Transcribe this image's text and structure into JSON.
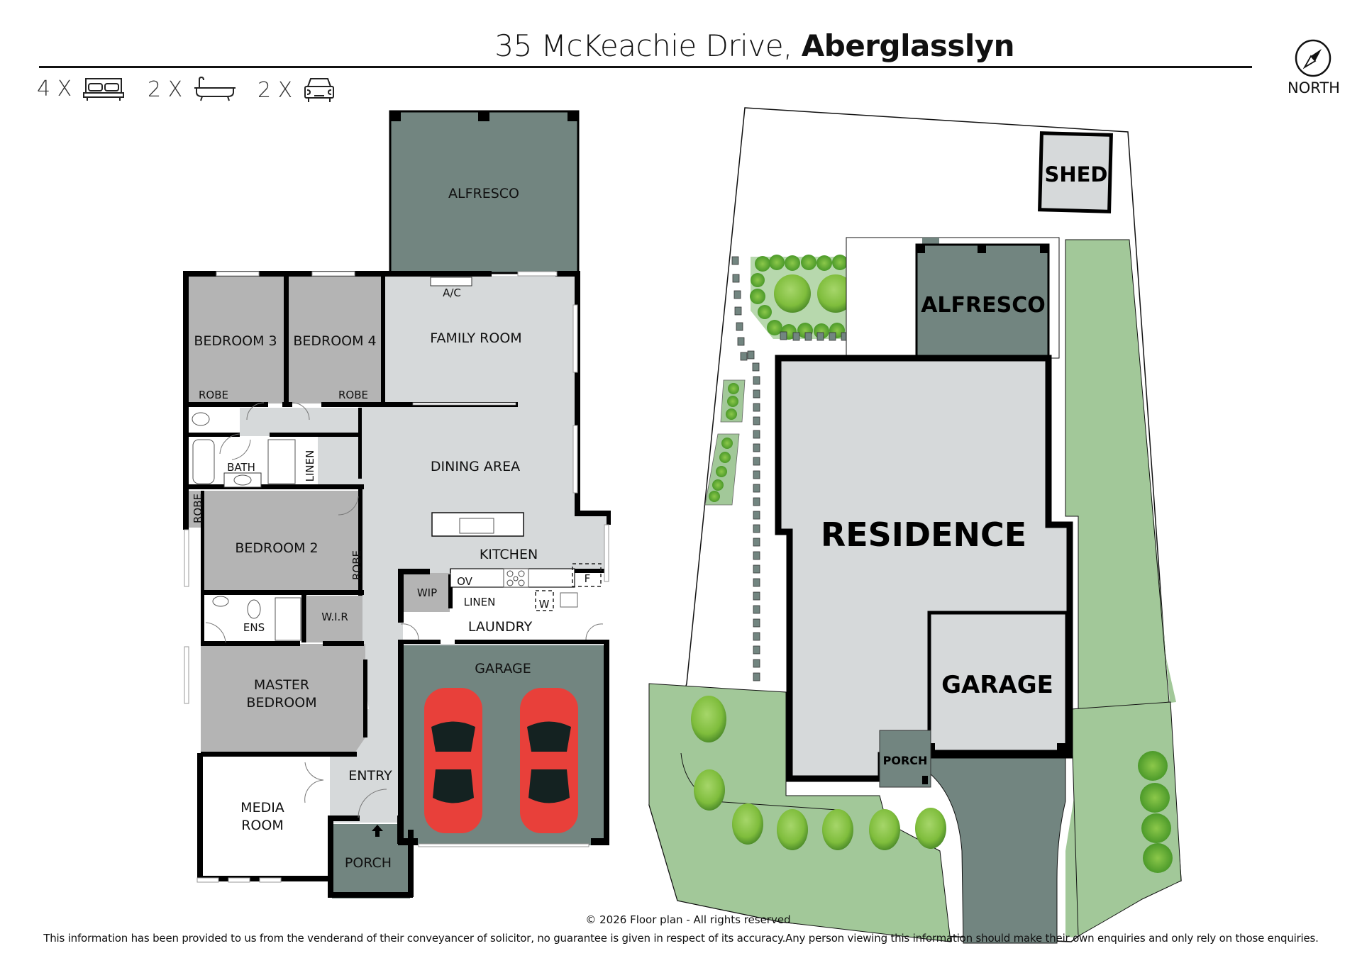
{
  "header": {
    "address_street": "35 McKeachie Drive, ",
    "address_suburb": "Aberglasslyn",
    "compass_label": "NORTH"
  },
  "features": [
    {
      "count": "4 X",
      "icon": "bed-icon",
      "meaning": "bedrooms"
    },
    {
      "count": "2 X",
      "icon": "bathtub-icon",
      "meaning": "bathrooms"
    },
    {
      "count": "2 X",
      "icon": "car-icon",
      "meaning": "car spaces"
    }
  ],
  "floor_plan": {
    "rooms": {
      "alfresco": "ALFRESCO",
      "ac": "A/C",
      "family_room": "FAMILY ROOM",
      "bedroom3": "BEDROOM 3",
      "bedroom4": "BEDROOM 4",
      "robe_b3": "ROBE",
      "robe_b4": "ROBE",
      "bath": "BATH",
      "linen_hall": "LINEN",
      "dining": "DINING AREA",
      "robe_b2_left": "ROBE",
      "bedroom2": "BEDROOM 2",
      "robe_b2_right": "ROBE",
      "kitchen": "KITCHEN",
      "wip": "WIP",
      "oven": "OV",
      "fridge": "F",
      "linen_laundry": "LINEN",
      "washer": "W",
      "laundry": "LAUNDRY",
      "ensuite": "ENS",
      "wir": "W.I.R",
      "master_line1": "MASTER",
      "master_line2": "BEDROOM",
      "garage": "GARAGE",
      "entry": "ENTRY",
      "media_line1": "MEDIA",
      "media_line2": "ROOM",
      "porch": "PORCH"
    }
  },
  "site_plan": {
    "shed": "SHED",
    "alfresco": "ALFRESCO",
    "residence": "RESIDENCE",
    "garage": "GARAGE",
    "porch": "PORCH"
  },
  "colors": {
    "wall": "#000000",
    "bedroom_fill": "#b4b4b4",
    "living_fill": "#d6d9da",
    "outdoor_fill": "#728580",
    "lawn": "#a2c899",
    "car": "#e8403a"
  },
  "footer": {
    "copyright": "© 2026 Floor plan  - All rights reserved",
    "disclaimer": "This information has been provided to us from the venderand of their conveyancer of solicitor, no guarantee is given in respect of its accuracy.Any person viewing this information should make their own enquiries and only rely on those enquiries."
  }
}
